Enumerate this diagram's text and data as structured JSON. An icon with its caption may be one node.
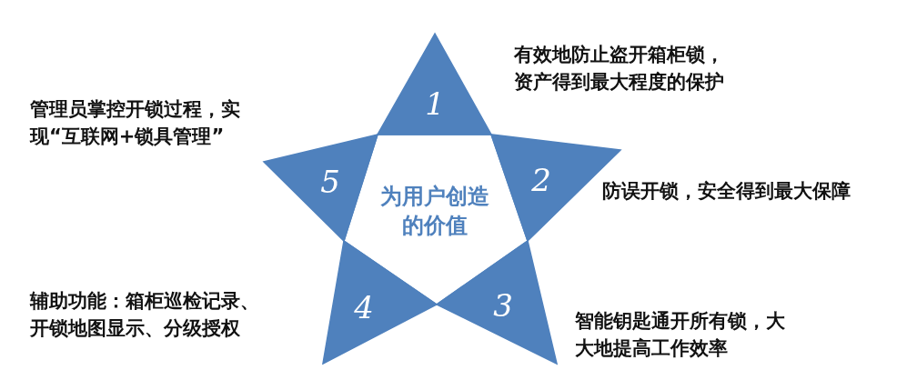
{
  "diagram": {
    "nodes": [
      {
        "text": [
          "为用户创造的价值"
        ]
      },
      {
        "text": [
          "1"
        ],
        "beside": [
          "有效地防止盗开箱柜锁，资产得到最大程度的保护"
        ]
      },
      {
        "text": [
          "2"
        ],
        "beside": [
          "防误开锁，安全得到最大保障"
        ]
      },
      {
        "text": [
          "3"
        ],
        "beside": [
          "智能钥匙通开所有锁，大大地提高工作效率"
        ]
      },
      {
        "text": [
          "4"
        ],
        "beside": [
          "辅助功能：箱柜巡检记录、开锁地图显示、分级授权"
        ]
      },
      {
        "text": [
          "5"
        ],
        "beside": [
          "管理员掌控开锁过程，实现“互联网+锁具管理”"
        ]
      }
    ],
    "edges": []
  }
}
